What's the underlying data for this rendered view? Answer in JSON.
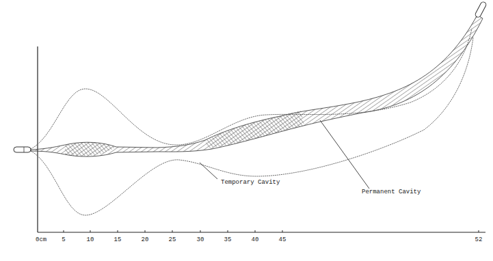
{
  "diagram": {
    "labels": [
      "Temporary Cavity",
      "Permanent Cavity",
      "0cm",
      "5",
      "10",
      "15",
      "20",
      "25",
      "30",
      "35",
      "40",
      "45",
      "52"
    ]
  }
}
